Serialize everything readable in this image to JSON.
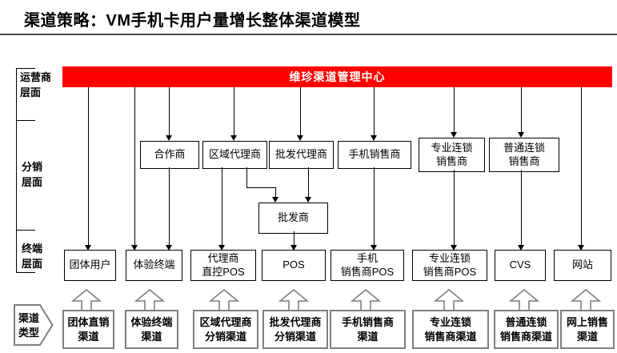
{
  "title": "渠道策略：VM手机卡用户量增长整体渠道模型",
  "colors": {
    "banner_bg": "#ff0000",
    "banner_text": "#ffffff",
    "line_color": "#000000",
    "channel_border": "#7f7f7f"
  },
  "banner": {
    "label": "维珍渠道管理中心"
  },
  "side_labels": {
    "operator": "运营商\n层面",
    "distribution": "分销\n层面",
    "terminal": "终端\n层面",
    "channel_type": "渠道\n类型"
  },
  "distribution_row": [
    "合作商",
    "区域代理商",
    "批发代理商",
    "手机销售商",
    "专业连锁\n销售商",
    "普通连锁\n销售商"
  ],
  "wholesaler_label": "批发商",
  "terminal_row": [
    "团体用户",
    "体验终端",
    "代理商\n直控POS",
    "POS",
    "手机\n销售商POS",
    "专业连锁\n销售商POS",
    "CVS",
    "网站"
  ],
  "channel_row": [
    "团体直销\n渠道",
    "体验终端\n渠道",
    "区域代理商\n分销渠道",
    "批发代理商\n分销渠道",
    "手机销售商\n渠道",
    "专业连锁\n销售商渠道",
    "普通连锁\n销售商渠道",
    "网上销售\n渠道"
  ]
}
